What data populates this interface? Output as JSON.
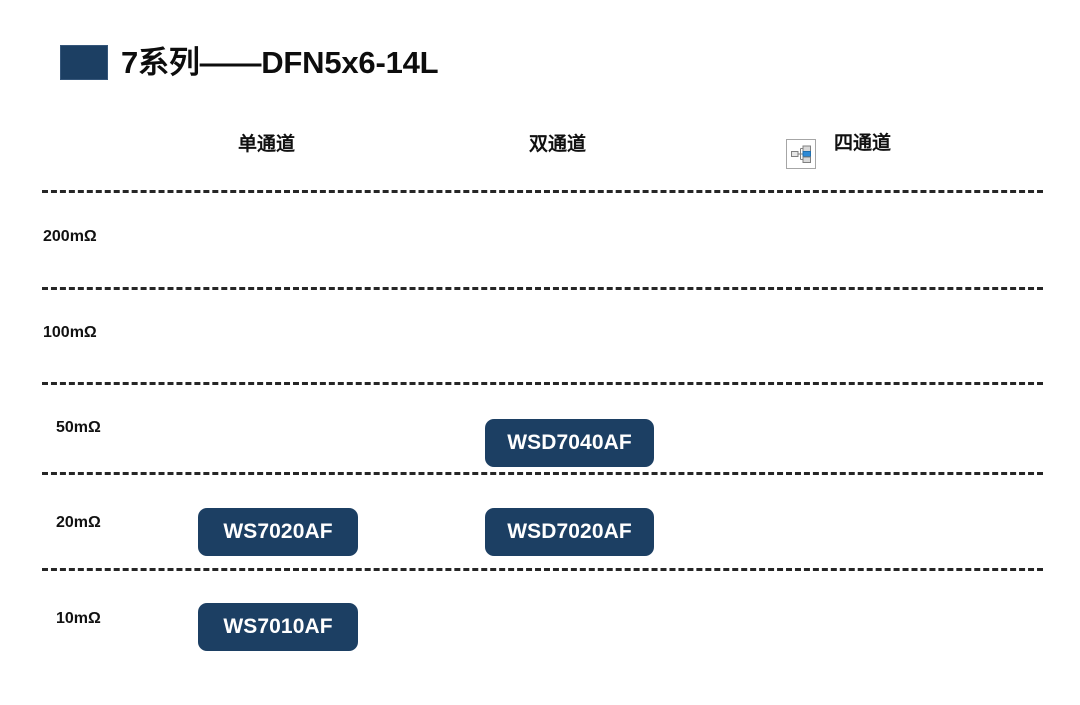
{
  "title": {
    "text": "7系列——DFN5x6-14L",
    "marker_color": "#1c3f63"
  },
  "columns": [
    {
      "label": "单通道"
    },
    {
      "label": "双通道"
    },
    {
      "label": "四通道"
    }
  ],
  "smartart_icon": {
    "name": "smartart-hierarchy-icon",
    "highlight_color": "#2e8ad6",
    "box_color": "#bfbfbf"
  },
  "rows": [
    {
      "label": "200mΩ"
    },
    {
      "label": "100mΩ"
    },
    {
      "label": "50mΩ"
    },
    {
      "label": "20mΩ"
    },
    {
      "label": "10mΩ"
    }
  ],
  "chips": [
    {
      "label": "WSD7040AF",
      "row": "50mΩ",
      "column": "双通道"
    },
    {
      "label": "WS7020AF",
      "row": "20mΩ",
      "column": "单通道"
    },
    {
      "label": "WSD7020AF",
      "row": "20mΩ",
      "column": "双通道"
    },
    {
      "label": "WS7010AF",
      "row": "10mΩ",
      "column": "单通道"
    }
  ],
  "colors": {
    "brand_navy": "#1c3f63",
    "divider": "#262626",
    "text": "#111111",
    "background": "#ffffff"
  }
}
